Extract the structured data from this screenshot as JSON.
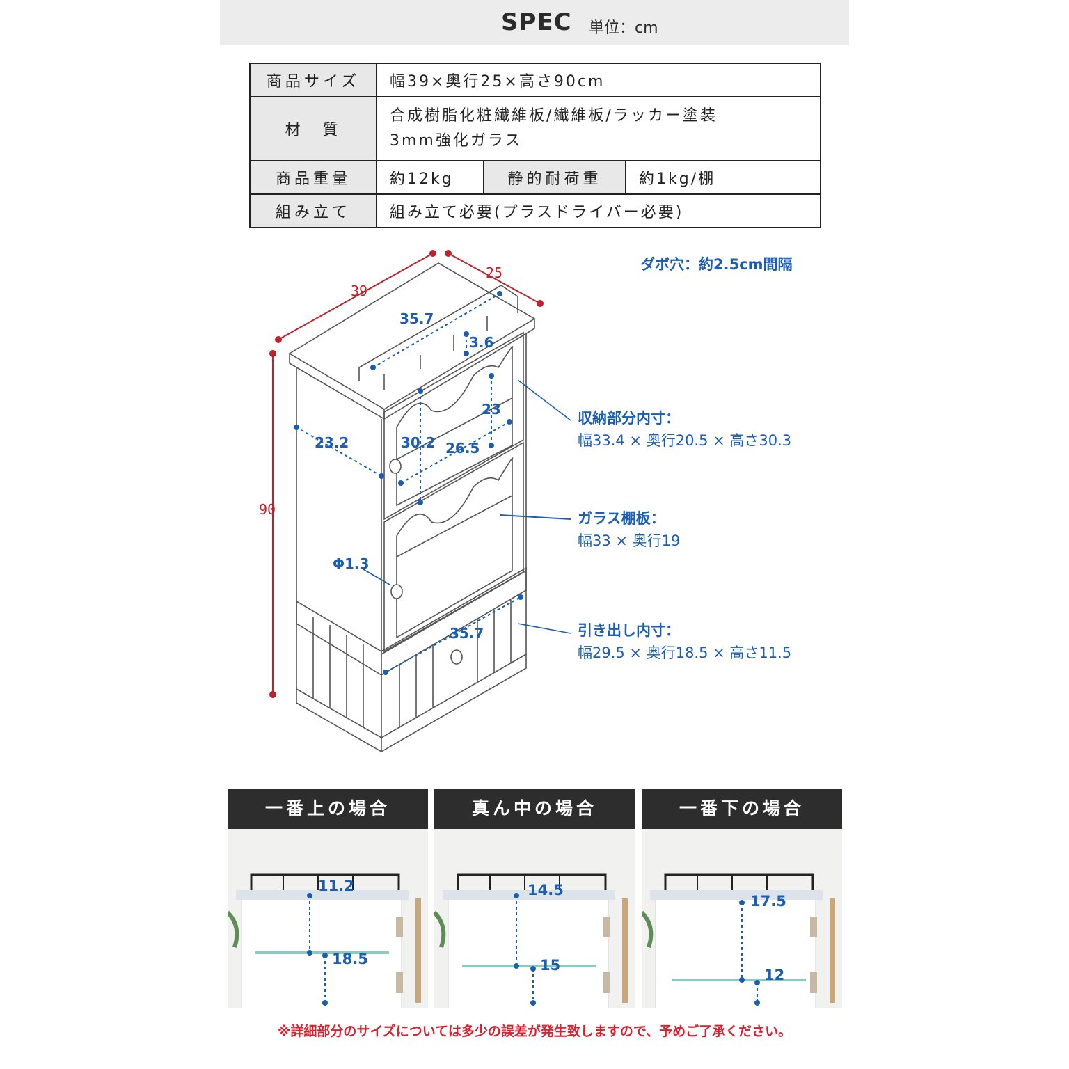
{
  "header": {
    "title": "SPEC",
    "unit": "単位：cm"
  },
  "spec_table": {
    "size_label": "商品サイズ",
    "size_value": "幅39×奥行25×高さ90cm",
    "material_label": "材　質",
    "material_line1": "合成樹脂化粧繊維板/繊維板/ラッカー塗装",
    "material_line2": "3mm強化ガラス",
    "weight_label": "商品重量",
    "weight_value": "約12kg",
    "load_label": "静的耐荷重",
    "load_value": "約1kg/棚",
    "assembly_label": "組み立て",
    "assembly_value": "組み立て必要(プラスドライバー必要)"
  },
  "diagram": {
    "width": "39",
    "depth": "25",
    "height": "90",
    "rail_width": "35.7",
    "rail_height": "3.6",
    "shelf_gap": "23",
    "inner_height": "30.2",
    "inner_width": "26.5",
    "door_depth": "23.2",
    "knob": "Φ1.3",
    "drawer_width": "35.7",
    "dowel_note": "ダボ穴：約2.5cm間隔",
    "storage_title": "収納部分内寸：",
    "storage_value": "幅33.4 × 奥行20.5 × 高さ30.3",
    "glass_title": "ガラス棚板：",
    "glass_value": "幅33 × 奥行19",
    "drawer_title": "引き出し内寸：",
    "drawer_value": "幅29.5 × 奥行18.5 × 高さ11.5"
  },
  "panels": [
    {
      "title": "一番上の場合",
      "upper": "11.2",
      "lower": "18.5"
    },
    {
      "title": "真ん中の場合",
      "upper": "14.5",
      "lower": "15"
    },
    {
      "title": "一番下の場合",
      "upper": "17.5",
      "lower": "12"
    }
  ],
  "notice": "※詳細部分のサイズについては多少の誤差が発生致しますので、予めご了承ください。",
  "colors": {
    "blue": "#1b5db1",
    "red": "#c0202a",
    "panel_header": "#2d2d2d"
  }
}
